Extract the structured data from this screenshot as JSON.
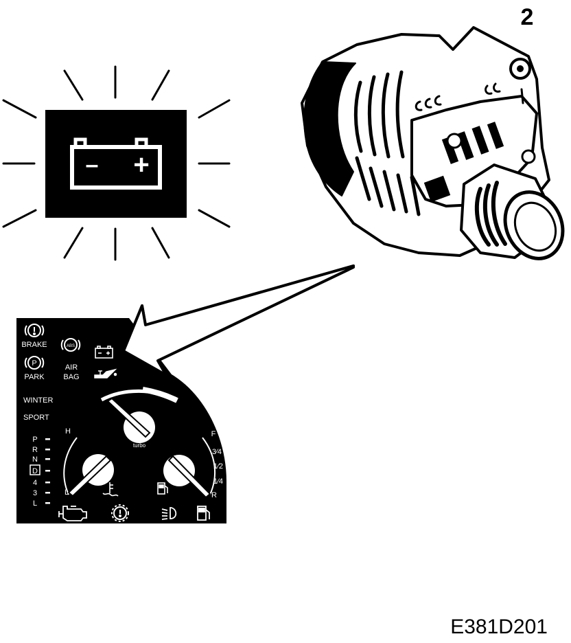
{
  "callout_number": "2",
  "figure_code": "E381D201",
  "colors": {
    "ink": "#000000",
    "paper": "#ffffff"
  },
  "battery_lamp": {
    "minus": "–",
    "plus": "+"
  },
  "cluster": {
    "brake": "BRAKE",
    "park": "PARK",
    "park_symbol": "P",
    "abs": "ABS",
    "airbag_line1": "AIR",
    "airbag_line2": "BAG",
    "winter": "WINTER",
    "sport": "SPORT",
    "gears": [
      "P",
      "R",
      "N",
      "D",
      "4",
      "3",
      "L"
    ],
    "turbo": "turbo",
    "temp_high": "H",
    "temp_low": "L",
    "fuel_full": "F",
    "fuel_three_quarter": "3⁄4",
    "fuel_half": "1⁄2",
    "fuel_quarter": "1⁄4",
    "fuel_reserve": "R"
  }
}
